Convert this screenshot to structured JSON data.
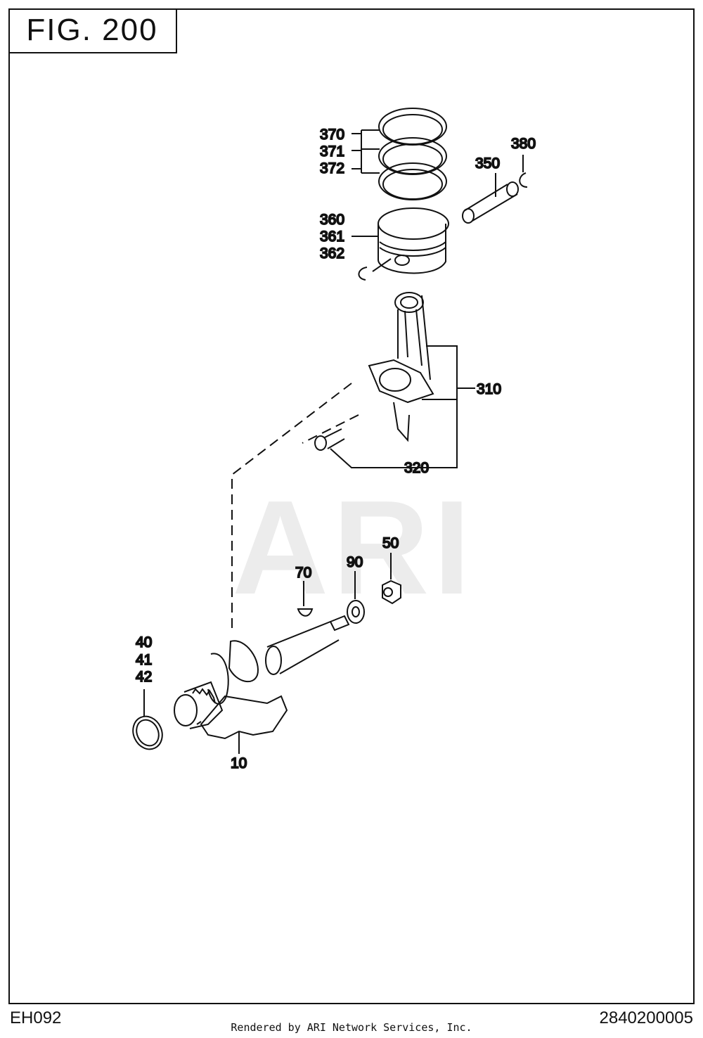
{
  "figure": {
    "label": "FIG. 200"
  },
  "watermark": "ARI",
  "callouts": {
    "c370": "370",
    "c371": "371",
    "c372": "372",
    "c380": "380",
    "c350": "350",
    "c360": "360",
    "c361": "361",
    "c362": "362",
    "c310": "310",
    "c320": "320",
    "c50": "50",
    "c90": "90",
    "c70": "70",
    "c40": "40",
    "c41": "41",
    "c42": "42",
    "c10": "10"
  },
  "footer": {
    "model": "EH092",
    "rendered_by": "Rendered by ARI Network Services, Inc.",
    "part_code": "2840200005"
  }
}
